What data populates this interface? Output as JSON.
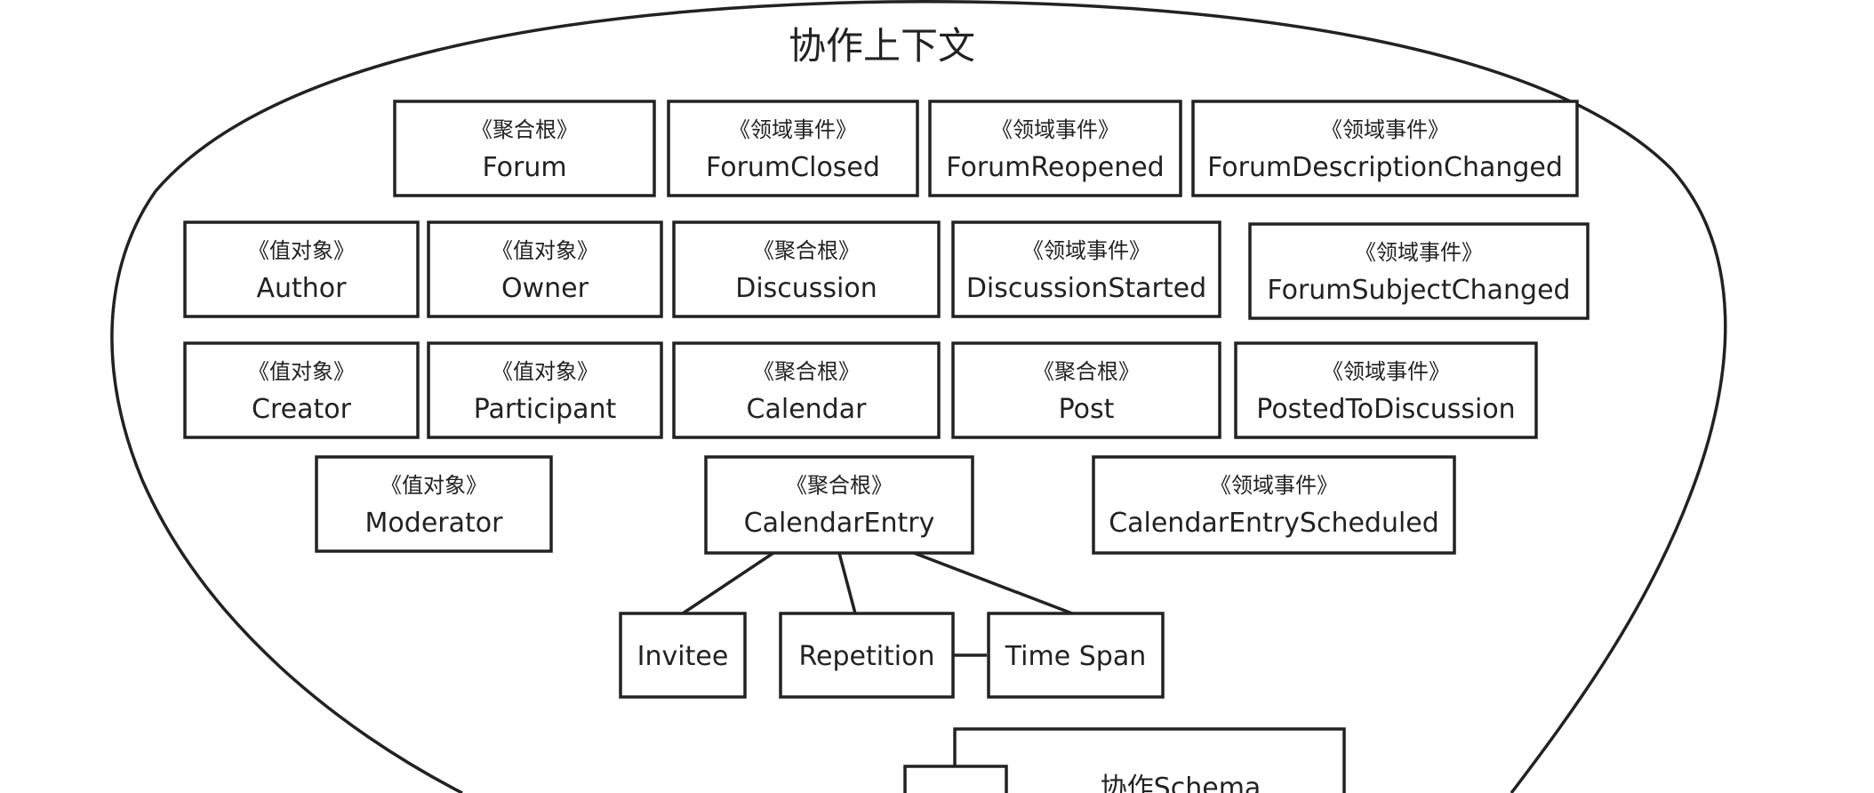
{
  "context": {
    "title": "协作上下文"
  },
  "stereotypes": {
    "aggregate_root": "《聚合根》",
    "domain_event": "《领域事件》",
    "value_object": "《值对象》"
  },
  "boxes": [
    {
      "id": "forum",
      "stereotype": "《聚合根》",
      "name": "Forum"
    },
    {
      "id": "forum-closed",
      "stereotype": "《领域事件》",
      "name": "ForumClosed"
    },
    {
      "id": "forum-reopened",
      "stereotype": "《领域事件》",
      "name": "ForumReopened"
    },
    {
      "id": "forum-description-changed",
      "stereotype": "《领域事件》",
      "name": "ForumDescriptionChanged"
    },
    {
      "id": "author",
      "stereotype": "《值对象》",
      "name": "Author"
    },
    {
      "id": "owner",
      "stereotype": "《值对象》",
      "name": "Owner"
    },
    {
      "id": "discussion",
      "stereotype": "《聚合根》",
      "name": "Discussion"
    },
    {
      "id": "discussion-started",
      "stereotype": "《领域事件》",
      "name": "DiscussionStarted"
    },
    {
      "id": "forum-subject-changed",
      "stereotype": "《领域事件》",
      "name": "ForumSubjectChanged"
    },
    {
      "id": "creator",
      "stereotype": "《值对象》",
      "name": "Creator"
    },
    {
      "id": "participant",
      "stereotype": "《值对象》",
      "name": "Participant"
    },
    {
      "id": "calendar",
      "stereotype": "《聚合根》",
      "name": "Calendar"
    },
    {
      "id": "post",
      "stereotype": "《聚合根》",
      "name": "Post"
    },
    {
      "id": "posted-to-discussion",
      "stereotype": "《领域事件》",
      "name": "PostedToDiscussion"
    },
    {
      "id": "moderator",
      "stereotype": "《值对象》",
      "name": "Moderator"
    },
    {
      "id": "calendar-entry",
      "stereotype": "《聚合根》",
      "name": "CalendarEntry"
    },
    {
      "id": "calendar-entry-scheduled",
      "stereotype": "《领域事件》",
      "name": "CalendarEntryScheduled"
    },
    {
      "id": "invitee",
      "stereotype": "",
      "name": "Invitee"
    },
    {
      "id": "repetition",
      "stereotype": "",
      "name": "Repetition"
    },
    {
      "id": "time-span",
      "stereotype": "",
      "name": "Time Span"
    }
  ],
  "connections": [
    {
      "from": "calendar-entry",
      "to": "invitee"
    },
    {
      "from": "calendar-entry",
      "to": "repetition"
    },
    {
      "from": "calendar-entry",
      "to": "time-span"
    },
    {
      "from": "repetition",
      "to": "time-span"
    }
  ],
  "schema": {
    "label": "协作Schema"
  }
}
